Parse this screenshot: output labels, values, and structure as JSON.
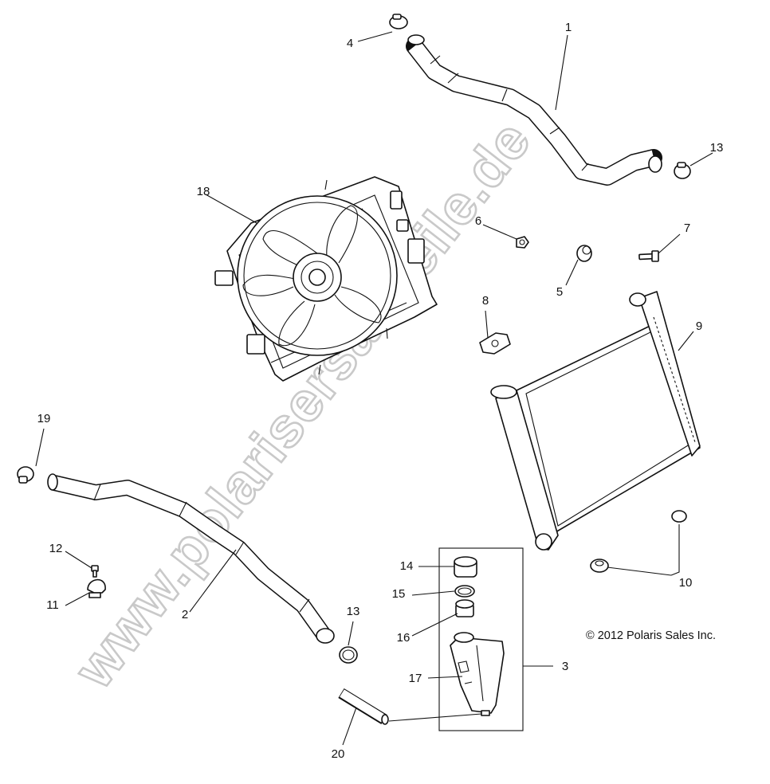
{
  "watermark": "www.polarisersatzteile.de",
  "copyright": "© 2012 Polaris Sales Inc.",
  "callouts": {
    "c1": "1",
    "c2": "2",
    "c3": "3",
    "c4": "4",
    "c5": "5",
    "c6": "6",
    "c7": "7",
    "c8": "8",
    "c9": "9",
    "c10": "10",
    "c11": "11",
    "c12": "12",
    "c13a": "13",
    "c13b": "13",
    "c14": "14",
    "c15": "15",
    "c16": "16",
    "c17": "17",
    "c18": "18",
    "c19": "19",
    "c20": "20"
  }
}
